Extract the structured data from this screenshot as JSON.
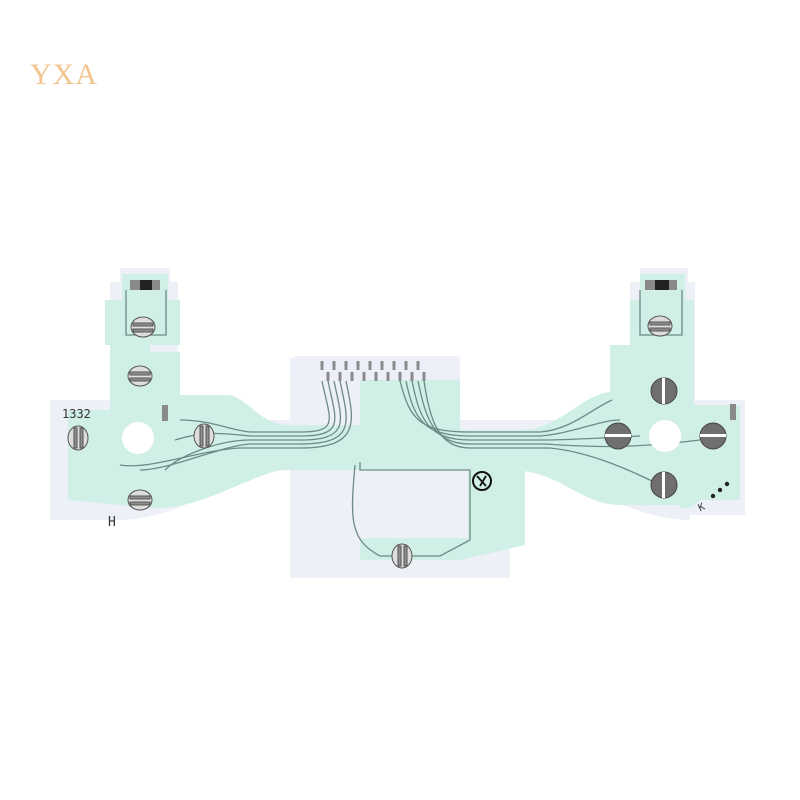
{
  "watermark": {
    "text": "YXA",
    "color": "#f2c48e"
  },
  "product": {
    "subject": "flex-circuit-ribbon-cable",
    "film_color": "#eef0f8",
    "trace_layer_color": "#cdeee6",
    "trace_color": "#6e8a86",
    "contact_color": "#7a7a7a",
    "markings": {
      "part_code": "1332",
      "left_letter": "H",
      "right_letter": "K",
      "right_dots": "•••",
      "recycle_symbol": "recycle-icon"
    },
    "connector_pins": 18
  }
}
